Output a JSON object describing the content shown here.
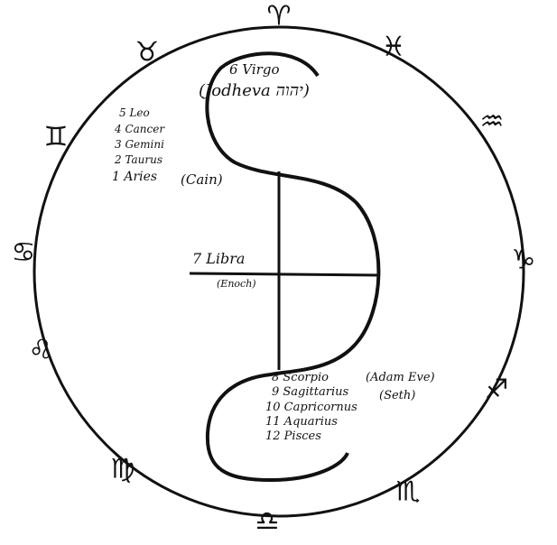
{
  "zodiac_glyphs": {
    "aries": "♈",
    "pisces": "♓",
    "aquarius": "♒",
    "capricorn": "♑",
    "sagittarius": "♐",
    "scorpio": "♏",
    "libra": "♎",
    "virgo": "♍",
    "leo": "♌",
    "cancer": "♋",
    "gemini": "♊",
    "taurus": "♉"
  },
  "labels": {
    "virgo": "6 Virgo",
    "jodheva": "(Jodheva יהוה)",
    "leo": "5 Leo",
    "cancer": "4 Cancer",
    "gemini": "3 Gemini",
    "taurus": "2 Taurus",
    "aries": "1 Aries",
    "cain": "(Cain)",
    "libra": "7 Libra",
    "enoch": "(Enoch)",
    "scorpio": "8 Scorpio",
    "adam_eve": "(Adam Eve)",
    "sagittarius": "9 Sagittarius",
    "seth": "(Seth)",
    "capricornus": "10 Capricornus",
    "aquarius": "11 Aquarius",
    "pisces": "12 Pisces"
  }
}
